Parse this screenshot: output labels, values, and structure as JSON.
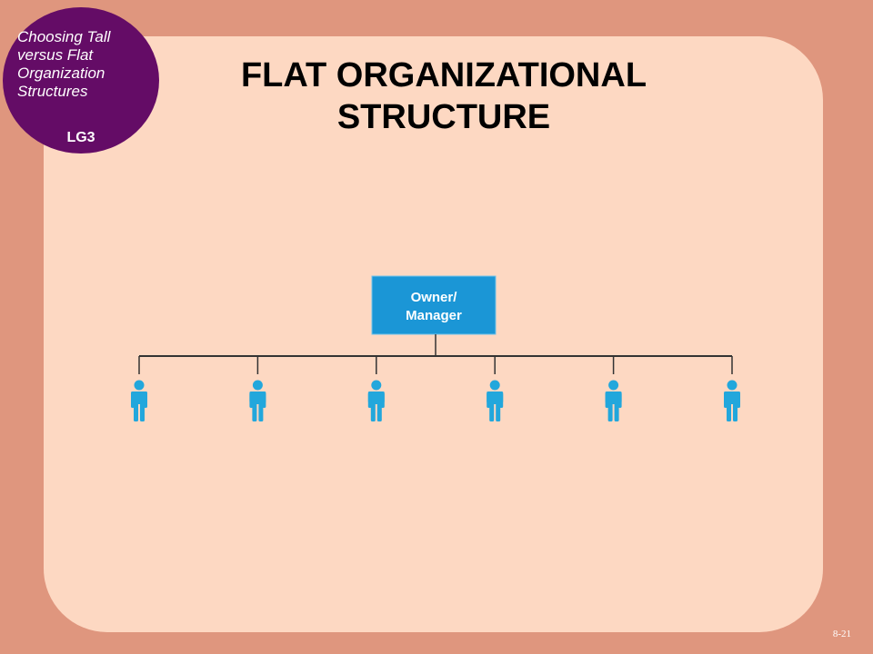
{
  "badge": {
    "text": "Choosing Tall\nversus Flat\nOrganization\nStructures",
    "lg": "LG3"
  },
  "title": "FLAT ORGANIZATIONAL\nSTRUCTURE",
  "org_chart": {
    "root_line1": "Owner/",
    "root_line2": "Manager",
    "subordinate_count": 6,
    "person_icon": "person-icon"
  },
  "colors": {
    "background": "#df967e",
    "panel": "#fdd8c2",
    "badge": "#640c66",
    "box": "#1b96d6",
    "person": "#22a7dc"
  },
  "page_number": "8-21"
}
